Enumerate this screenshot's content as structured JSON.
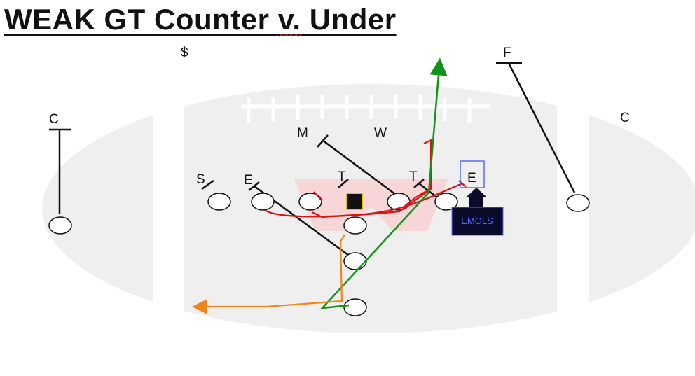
{
  "title": {
    "prefix": "WEAK GT Counter ",
    "mark": "v.",
    "suffix": " Under"
  },
  "defense_labels": {
    "safety_money": "$",
    "corner_left": "C",
    "corner_right": "C",
    "free_safety": "F",
    "mike": "M",
    "will": "W",
    "sam": "S",
    "end_left": "E",
    "tackle_left": "T",
    "tackle_right": "T",
    "end_right": "E"
  },
  "callout": {
    "label": "EMOLS"
  },
  "colors": {
    "pull_block": "#dd1111",
    "qb_path": "#11921a",
    "rb_path": "#f0851a",
    "callout_bg": "#0a0a2a",
    "callout_text": "#5b6cff"
  }
}
